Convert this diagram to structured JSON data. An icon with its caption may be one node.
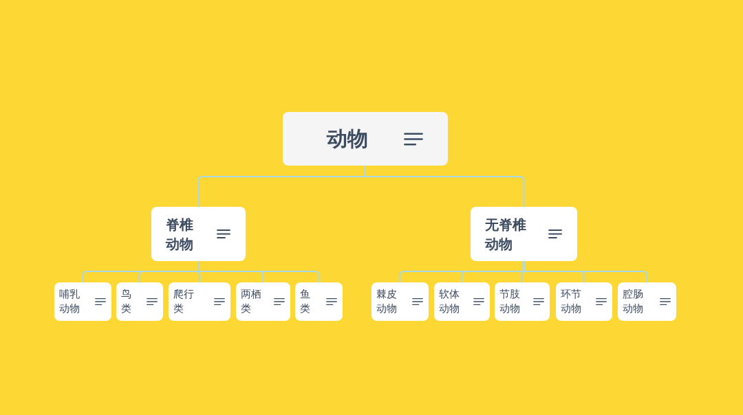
{
  "diagram": {
    "nodes": [
      {
        "text": [
          "动物"
        ]
      },
      {
        "text": [
          "脊椎动物"
        ]
      },
      {
        "text": [
          "无脊椎动物"
        ]
      },
      {
        "text": [
          "哺乳动物"
        ]
      },
      {
        "text": [
          "鸟类"
        ]
      },
      {
        "text": [
          "爬行类"
        ]
      },
      {
        "text": [
          "两栖类"
        ]
      },
      {
        "text": [
          "鱼类"
        ]
      },
      {
        "text": [
          "棘皮动物"
        ]
      },
      {
        "text": [
          "软体动物"
        ]
      },
      {
        "text": [
          "节肢动物"
        ]
      },
      {
        "text": [
          "环节动物"
        ]
      },
      {
        "text": [
          "腔肠动物"
        ]
      }
    ],
    "edges": [
      {
        "from": 0,
        "to": 1,
        "arrow": "none"
      },
      {
        "from": 0,
        "to": 2,
        "arrow": "none"
      },
      {
        "from": 1,
        "to": 3,
        "arrow": "none"
      },
      {
        "from": 1,
        "to": 4,
        "arrow": "none"
      },
      {
        "from": 1,
        "to": 5,
        "arrow": "none"
      },
      {
        "from": 1,
        "to": 6,
        "arrow": "none"
      },
      {
        "from": 1,
        "to": 7,
        "arrow": "none"
      },
      {
        "from": 2,
        "to": 8,
        "arrow": "none"
      },
      {
        "from": 2,
        "to": 9,
        "arrow": "none"
      },
      {
        "from": 2,
        "to": 10,
        "arrow": "none"
      },
      {
        "from": 2,
        "to": 11,
        "arrow": "none"
      },
      {
        "from": 2,
        "to": 12,
        "arrow": "none"
      }
    ]
  }
}
